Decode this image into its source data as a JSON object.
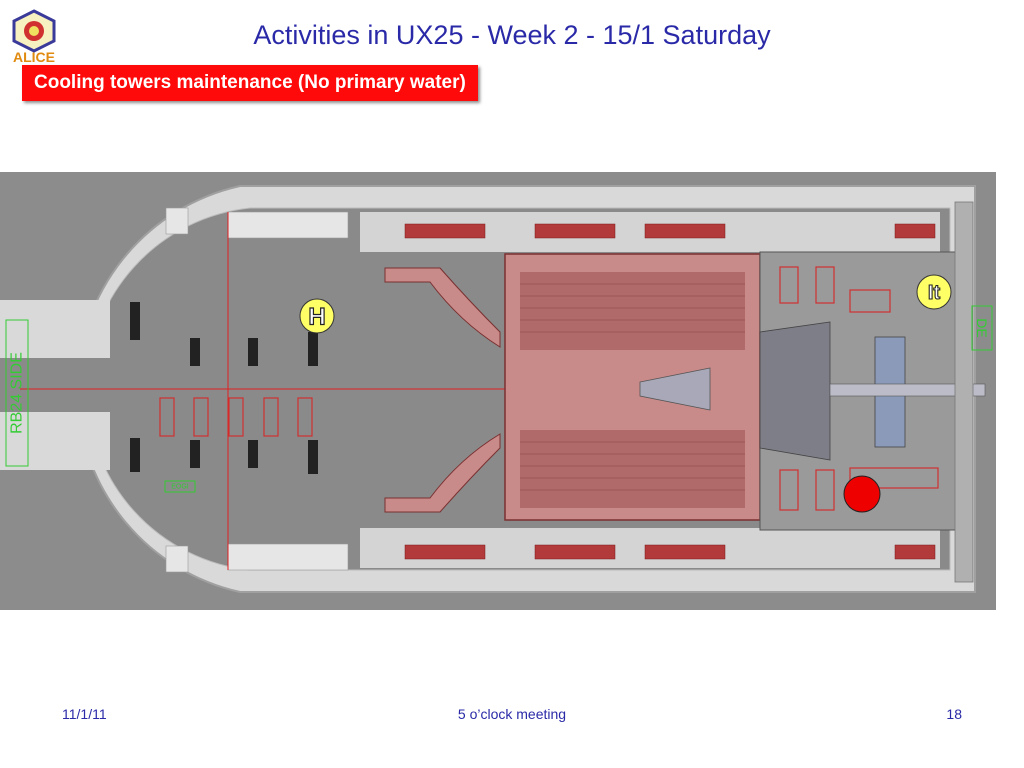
{
  "header": {
    "logo_text": "ALICE",
    "title": "Activities in UX25 - Week 2 - 15/1 Saturday"
  },
  "banner": {
    "text": "Cooling towers maintenance (No primary water)"
  },
  "plan": {
    "side_label_left": "RB24 SIDE",
    "side_label_right": "DE",
    "small_box_label": "EOGI",
    "marker_h": "H",
    "marker_it": "It",
    "colors": {
      "floor": "#8a8a8a",
      "outer": "#d8d8d8",
      "magnet": "#c98a8a",
      "red_line": "#e02020",
      "green_label": "#33cc33",
      "marker_fill": "#ffff66",
      "dot": "#ee0000"
    }
  },
  "footer": {
    "date": "11/1/11",
    "meeting": "5 o’clock meeting",
    "page": "18"
  }
}
